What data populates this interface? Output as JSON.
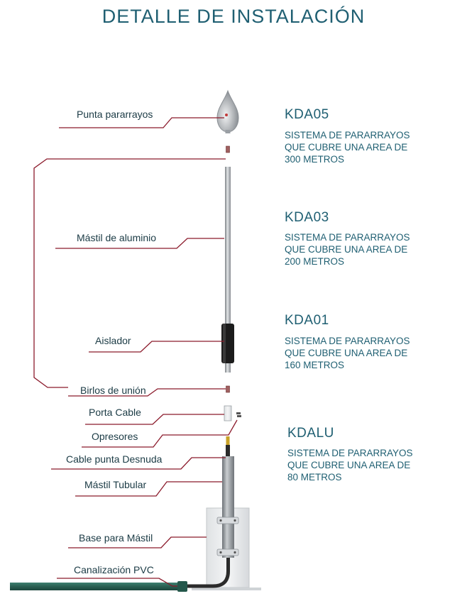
{
  "title": "DETALLE DE INSTALACIÓN",
  "labels": {
    "punta": "Punta pararrayos",
    "mastil_aluminio": "Mástil de aluminio",
    "aislador": "Aislador",
    "birlos": "Birlos de unión",
    "porta_cable": "Porta Cable",
    "opresores": "Opresores",
    "cable": "Cable punta Desnuda",
    "mastil_tubular": "Mástil Tubular",
    "base": "Base para Mástil",
    "canalizacion": "Canalización PVC"
  },
  "products": [
    {
      "code": "KDA05",
      "lines": [
        "SISTEMA DE PARARRAYOS",
        "QUE CUBRE UNA AREA DE",
        "300 METROS"
      ]
    },
    {
      "code": "KDA03",
      "lines": [
        "SISTEMA DE PARARRAYOS",
        "QUE CUBRE UNA AREA DE",
        "200 METROS"
      ]
    },
    {
      "code": "KDA01",
      "lines": [
        "SISTEMA DE PARARRAYOS",
        "QUE CUBRE UNA AREA DE",
        "160 METROS"
      ]
    },
    {
      "code": "KDALU",
      "lines": [
        "SISTEMA DE PARARRAYOS",
        "QUE CUBRE UNA AREA DE",
        "80 METROS"
      ]
    }
  ],
  "colors": {
    "title": "#1f5f72",
    "leader": "#8b1a2b",
    "pipe": "#2f6b5e"
  }
}
